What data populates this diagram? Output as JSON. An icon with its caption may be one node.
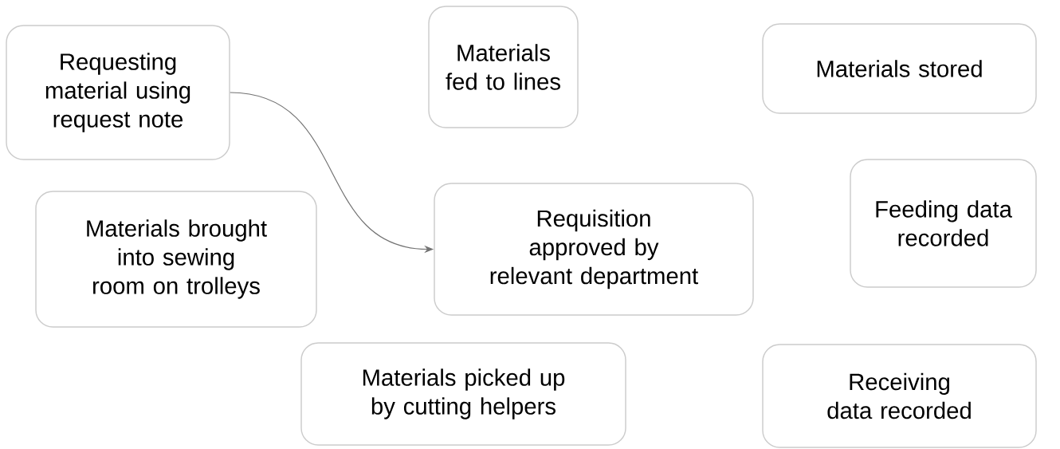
{
  "diagram": {
    "nodes": [
      {
        "text": [
          "Requesting material using request note"
        ]
      },
      {
        "text": [
          "Materials fed to lines"
        ]
      },
      {
        "text": [
          "Materials stored"
        ]
      },
      {
        "text": [
          "Materials brought into sewing room on trolleys"
        ]
      },
      {
        "text": [
          "Requisition approved by relevant department"
        ]
      },
      {
        "text": [
          "Feeding data recorded"
        ]
      },
      {
        "text": [
          "Materials picked up by cutting helpers"
        ]
      },
      {
        "text": [
          "Receiving data recorded"
        ]
      }
    ],
    "edges": [
      {
        "from": 0,
        "to": 4,
        "arrow": "to"
      }
    ]
  }
}
